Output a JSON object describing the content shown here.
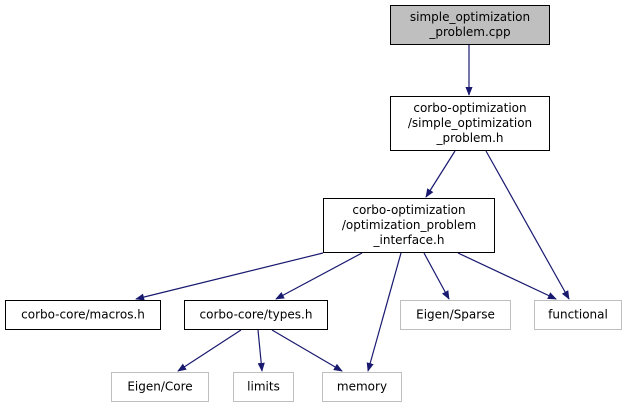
{
  "colors": {
    "edge": "#191970",
    "node_border": "#000000",
    "ext_border": "#bfbfbf",
    "root_fill": "#bfbfbf",
    "node_fill": "#ffffff"
  },
  "nodes": [
    {
      "id": "root",
      "lines": [
        "simple_optimization",
        "_problem.cpp"
      ],
      "kind": "root"
    },
    {
      "id": "sop_h",
      "lines": [
        "corbo-optimization",
        "/simple_optimization",
        "_problem.h"
      ],
      "kind": "normal"
    },
    {
      "id": "opi_h",
      "lines": [
        "corbo-optimization",
        "/optimization_problem",
        "_interface.h"
      ],
      "kind": "normal"
    },
    {
      "id": "macros",
      "lines": [
        "corbo-core/macros.h"
      ],
      "kind": "normal"
    },
    {
      "id": "types",
      "lines": [
        "corbo-core/types.h"
      ],
      "kind": "normal"
    },
    {
      "id": "sparse",
      "lines": [
        "Eigen/Sparse"
      ],
      "kind": "external"
    },
    {
      "id": "functional",
      "lines": [
        "functional"
      ],
      "kind": "external"
    },
    {
      "id": "eigencore",
      "lines": [
        "Eigen/Core"
      ],
      "kind": "external"
    },
    {
      "id": "limits",
      "lines": [
        "limits"
      ],
      "kind": "external"
    },
    {
      "id": "memory",
      "lines": [
        "memory"
      ],
      "kind": "external"
    }
  ],
  "edges": [
    {
      "from": "root",
      "to": "sop_h"
    },
    {
      "from": "sop_h",
      "to": "opi_h"
    },
    {
      "from": "sop_h",
      "to": "functional"
    },
    {
      "from": "opi_h",
      "to": "macros"
    },
    {
      "from": "opi_h",
      "to": "types"
    },
    {
      "from": "opi_h",
      "to": "memory"
    },
    {
      "from": "opi_h",
      "to": "sparse"
    },
    {
      "from": "opi_h",
      "to": "functional"
    },
    {
      "from": "types",
      "to": "eigencore"
    },
    {
      "from": "types",
      "to": "limits"
    },
    {
      "from": "types",
      "to": "memory"
    }
  ]
}
